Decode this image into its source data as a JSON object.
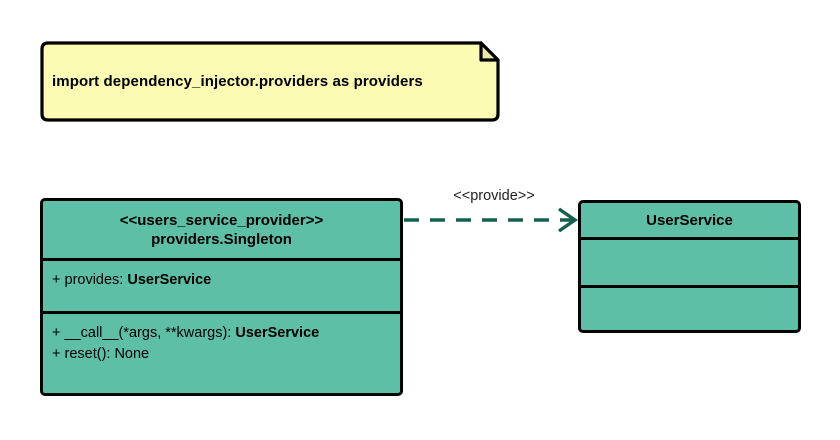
{
  "diagram": {
    "type": "uml-class-diagram",
    "background_color": "#ffffff",
    "note": {
      "text": "import dependency_injector.providers as providers",
      "fill_color": "#fbfbb3",
      "border_color": "#000000"
    },
    "classes": [
      {
        "id": "users-service-provider",
        "stereotype": "<<users_service_provider>>",
        "name": "providers.Singleton",
        "fill_color": "#5cbfa6",
        "border_color": "#000000",
        "attributes": [
          {
            "visibility": "+",
            "label": "provides: ",
            "type": "UserService"
          }
        ],
        "operations": [
          {
            "visibility": "+",
            "label": "__call__(*args, **kwargs): ",
            "type": "UserService"
          },
          {
            "visibility": "+",
            "label": "reset(): None",
            "type": ""
          }
        ]
      },
      {
        "id": "user-service",
        "stereotype": "",
        "name": "UserService",
        "fill_color": "#5cbfa6",
        "border_color": "#000000",
        "attributes": [],
        "operations": []
      }
    ],
    "relationships": [
      {
        "id": "provide-dependency",
        "label": "<<provide>>",
        "style": "dashed",
        "arrowhead": "open",
        "color": "#14604f",
        "from": "users-service-provider",
        "to": "user-service"
      }
    ]
  }
}
